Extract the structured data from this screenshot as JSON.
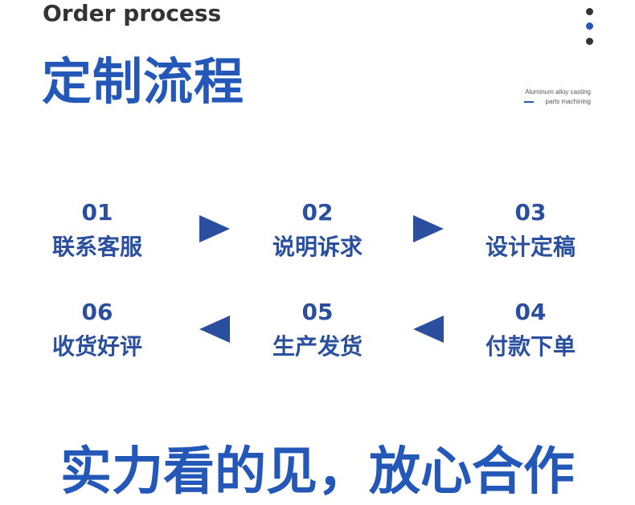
{
  "header": {
    "title_en": "Order process",
    "title_cn": "定制流程",
    "tagline_1": "Aluminum alloy casting",
    "tagline_2": "parts machining"
  },
  "colors": {
    "accent": "#2358b8",
    "step": "#2a4f9e",
    "dark": "#333333"
  },
  "steps": [
    {
      "num": "01",
      "label": "联系客服"
    },
    {
      "num": "02",
      "label": "说明诉求"
    },
    {
      "num": "03",
      "label": "设计定稿"
    },
    {
      "num": "04",
      "label": "付款下单"
    },
    {
      "num": "05",
      "label": "生产发货"
    },
    {
      "num": "06",
      "label": "收货好评"
    }
  ],
  "slogan": "实力看的见，放心合作"
}
